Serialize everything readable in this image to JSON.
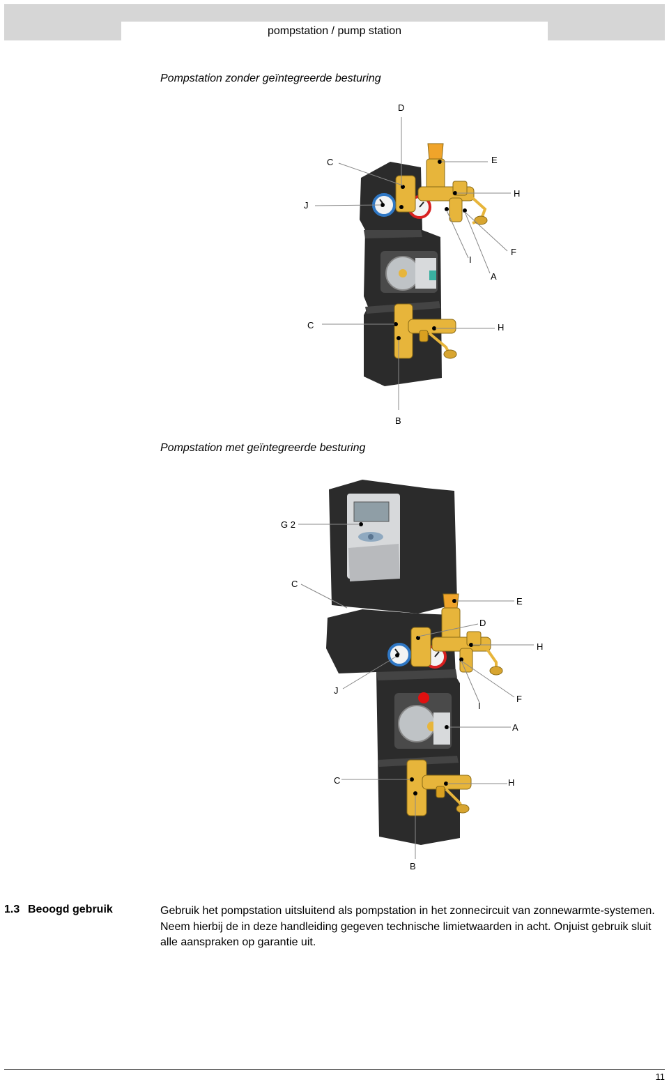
{
  "header": {
    "title": "pompstation / pump station"
  },
  "figure1": {
    "caption": "Pompstation zonder geïntegreerde besturing",
    "labels": {
      "D": "D",
      "C_top": "C",
      "E": "E",
      "J": "J",
      "H_top": "H",
      "I": "I",
      "F": "F",
      "A": "A",
      "C_low": "C",
      "H_low": "H",
      "B": "B"
    }
  },
  "figure2": {
    "caption": "Pompstation met geïntegreerde besturing",
    "labels": {
      "G2": "G 2",
      "C_top": "C",
      "E": "E",
      "D": "D",
      "H_top": "H",
      "J": "J",
      "I": "I",
      "F": "F",
      "A": "A",
      "C_low": "C",
      "H_low": "H",
      "B": "B"
    }
  },
  "section": {
    "number": "1.3",
    "title": "Beoogd gebruik",
    "text": "Gebruik het pompstation uitsluitend als pompstation in het zonnecircuit van zonnewarmte-systemen. Neem hierbij de in deze handleiding gegeven technische limietwaarden in acht. Onjuist gebruik sluit alle aanspraken op garantie uit."
  },
  "footer": {
    "page_number": "11"
  },
  "colors": {
    "housing": "#2b2b2b",
    "brass": "#e7b53b",
    "gauge_blue": "#2f77c4",
    "gauge_red": "#d82020",
    "pump": "#bfc3c6"
  }
}
